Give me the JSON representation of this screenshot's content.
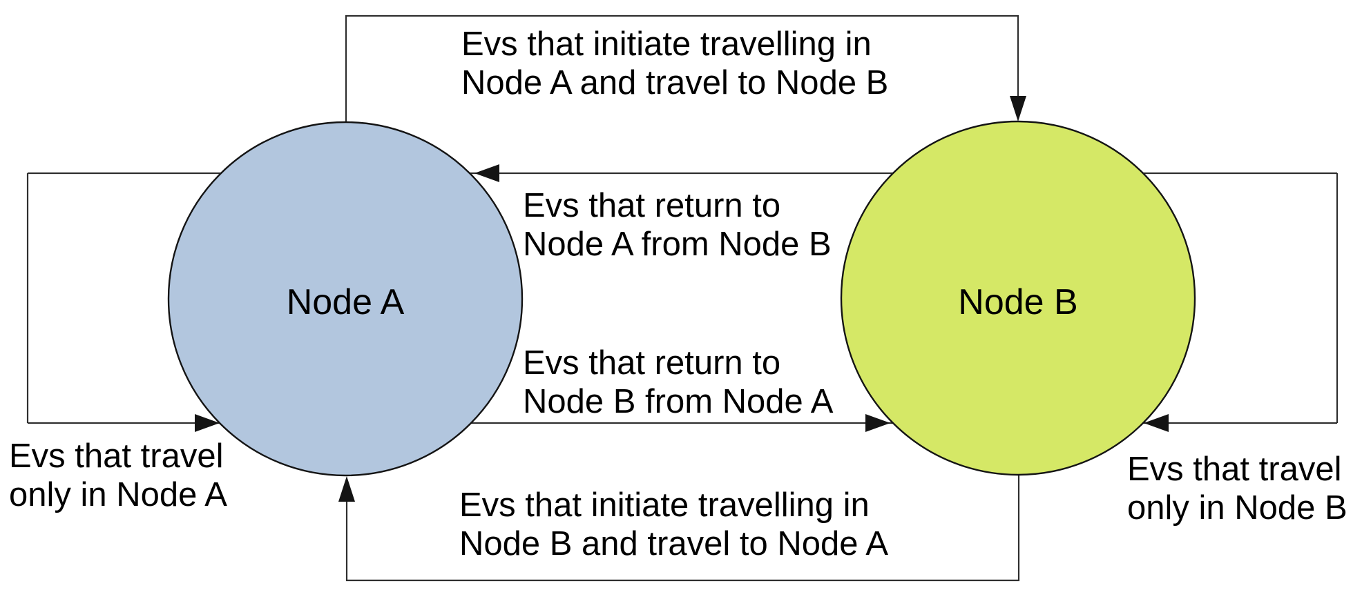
{
  "diagram": {
    "line_color": "#2e2e2e",
    "arrow_color": "#141414",
    "nodes": {
      "a": {
        "label": "Node A",
        "fill": "#b2c6de"
      },
      "b": {
        "label": "Node B",
        "fill": "#d5e866"
      }
    },
    "edges": {
      "top_loop": {
        "line1": "Evs that initiate travelling in",
        "line2": "Node A and travel to Node B"
      },
      "return_to_a": {
        "line1": "Evs that return to",
        "line2": "Node A from Node B"
      },
      "return_to_b": {
        "line1": "Evs that return to",
        "line2": "Node B from Node A"
      },
      "bottom_loop": {
        "line1": "Evs that initiate travelling in",
        "line2": "Node B and travel to Node A"
      },
      "left_self_loop": {
        "line1": "Evs that travel",
        "line2": "only in Node A"
      },
      "right_self_loop": {
        "line1": "Evs that travel",
        "line2": "only in Node B"
      }
    }
  }
}
